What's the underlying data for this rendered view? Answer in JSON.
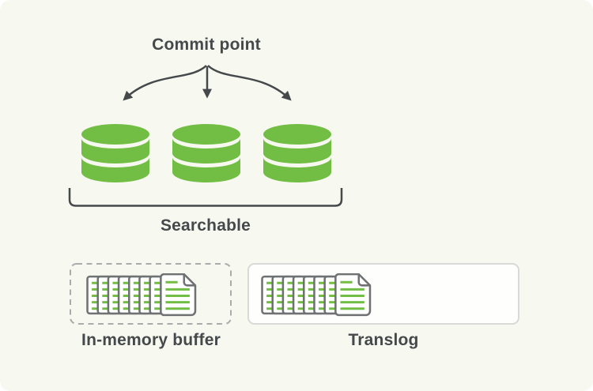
{
  "colors": {
    "canvas_bg": "#FFFFFF",
    "card_bg": "#F7F8F0",
    "green": "#72BE44",
    "dark_text": "#45494B",
    "doc_outline": "#6F7173",
    "paper": "#FFFFFF",
    "dashed_border": "#A9ABAD",
    "translog_border": "#D8DAD8",
    "translog_fill": "#FEFEFC"
  },
  "labels": {
    "commit_point": "Commit point",
    "searchable": "Searchable",
    "in_memory_buffer": "In-memory buffer",
    "translog": "Translog"
  },
  "diagram": {
    "segments": {
      "count": 3,
      "icon": "database-icon",
      "color": "#72BE44"
    },
    "commit_arrows": {
      "count": 3,
      "source_label": "Commit point"
    },
    "searchable_group": {
      "bracket": true,
      "label": "Searchable"
    },
    "in_memory_buffer_box": {
      "border_style": "dashed",
      "icon": "document-stack-icon"
    },
    "translog_box": {
      "border_style": "solid",
      "icon": "document-stack-icon"
    }
  }
}
